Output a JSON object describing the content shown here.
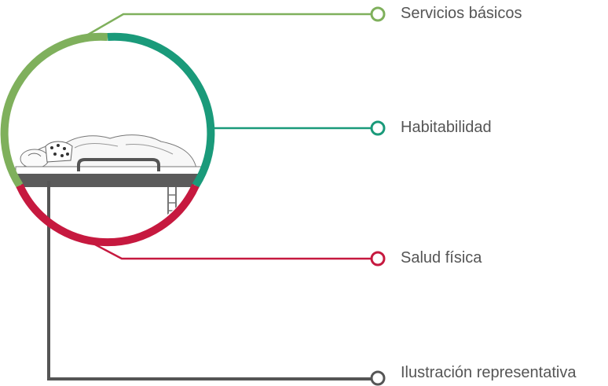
{
  "colors": {
    "services": "#7fb05c",
    "habitability": "#1a9a7a",
    "health": "#c6193f",
    "illustration": "#555555"
  },
  "labels": {
    "services": "Servicios básicos",
    "habitability": "Habitabilidad",
    "health": "Salud física",
    "illustration": "Ilustración representativa"
  },
  "icons": {
    "illustration": "person-sleeping-on-bunk-bed-icon"
  }
}
